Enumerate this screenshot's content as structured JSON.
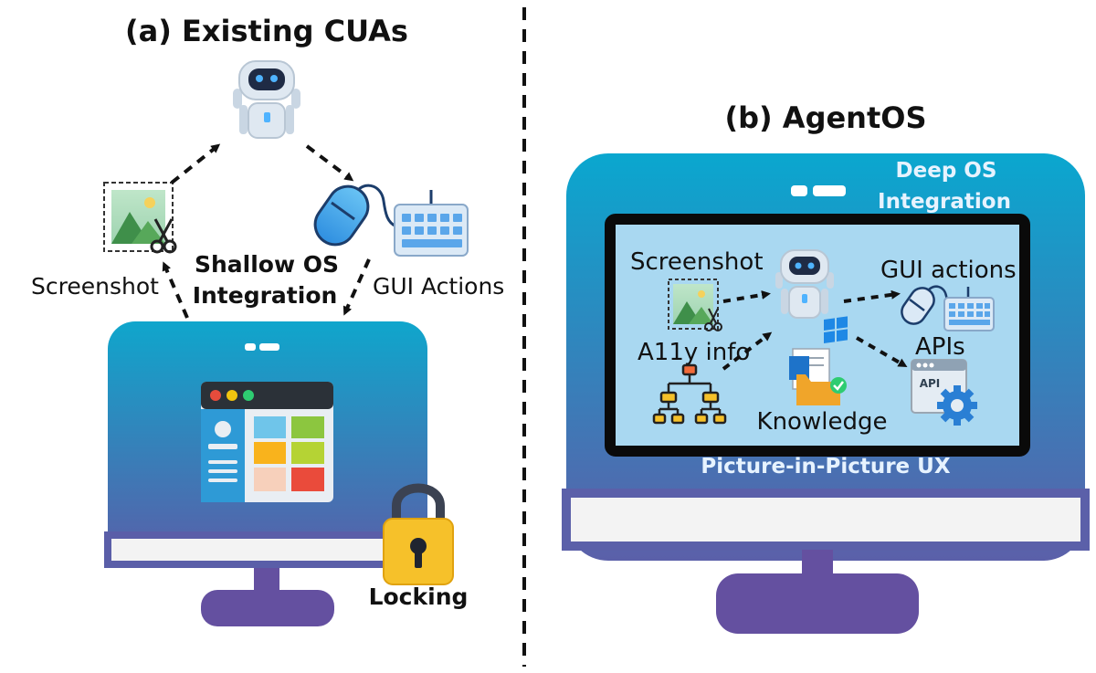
{
  "left_panel": {
    "title": "(a) Existing CUAs",
    "labels": {
      "screenshot": "Screenshot",
      "gui_actions": "GUI Actions",
      "integration_line1": "Shallow OS",
      "integration_line2": "Integration",
      "locking": "Locking"
    }
  },
  "right_panel": {
    "title": "(b) AgentOS",
    "deep_line1": "Deep OS",
    "deep_line2": "Integration",
    "footer": "Picture-in-Picture UX",
    "inner": {
      "screenshot": "Screenshot",
      "gui_actions": "GUI actions",
      "a11y_info": "A11y info",
      "apis": "APIs",
      "api_tag": "API",
      "knowledge": "Knowledge"
    }
  },
  "colors": {
    "monitor_top": "#12a3c9",
    "monitor_bottom": "#5660aa",
    "stand": "#6450a0",
    "inner_screen": "#a9d8f1",
    "lock": "#f6c12a"
  },
  "icons": [
    "robot-icon",
    "mouse-icon",
    "keyboard-icon",
    "screenshot-icon",
    "scissors-icon",
    "lock-icon",
    "tree-icon",
    "api-icon",
    "gear-icon",
    "folder-icon",
    "windows-icon"
  ]
}
